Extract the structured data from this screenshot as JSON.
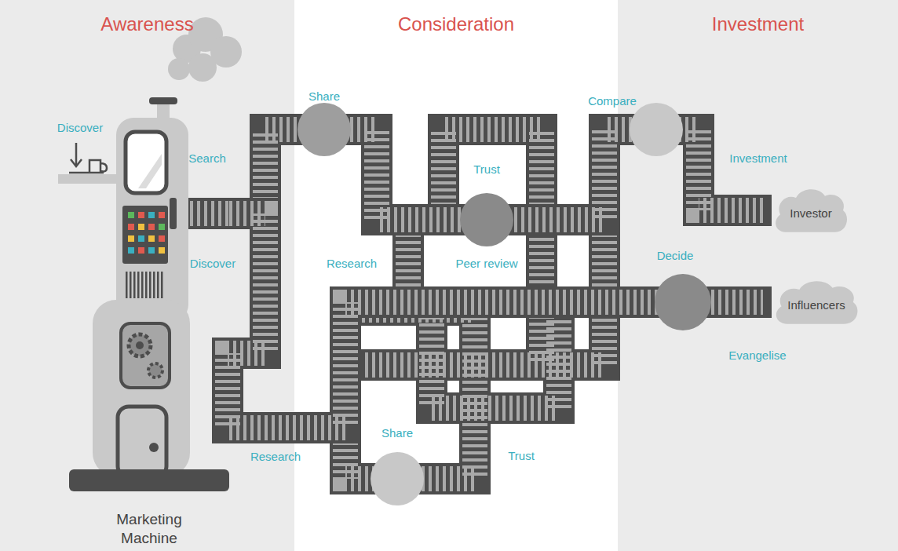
{
  "diagram": {
    "nodes": [
      {
        "text": [
          "Awareness"
        ]
      },
      {
        "text": [
          "Marketing Machine"
        ],
        "in": 0
      },
      {
        "text": [
          "Consideration"
        ]
      },
      {
        "text": [
          "Investment"
        ]
      },
      {
        "text": [
          "Investor"
        ],
        "in": 3
      },
      {
        "text": [
          "Influencers"
        ],
        "in": 3
      }
    ],
    "edges": [
      {
        "from": 1,
        "to": 4,
        "arrow": "none"
      },
      {
        "from": 1,
        "to": 5,
        "arrow": "none"
      }
    ],
    "labels": [
      "Share",
      "Compare",
      "Discover",
      "Search",
      "Investment",
      "Trust",
      "Discover",
      "Research",
      "Peer review",
      "Decide",
      "Evangelise",
      "Share",
      "Research",
      "Trust"
    ]
  }
}
